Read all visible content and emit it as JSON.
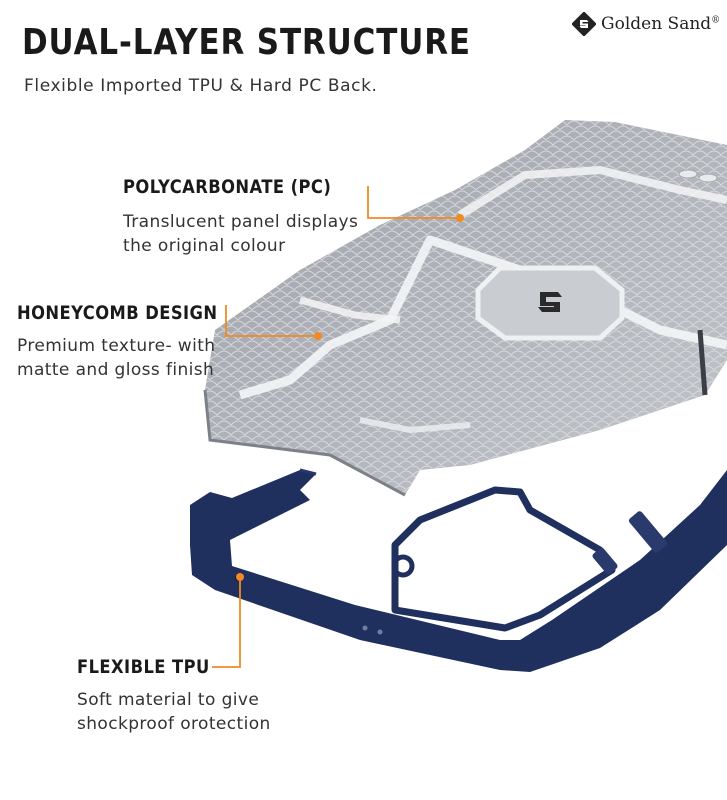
{
  "header": {
    "title": "DUAL-LAYER STRUCTURE",
    "subtitle": "Flexible Imported TPU & Hard PC Back."
  },
  "brand": {
    "name": "Golden Sand",
    "registered_mark": "®",
    "icon": "golden-sand-logo-icon"
  },
  "features": [
    {
      "title": "POLYCARBONATE (PC)",
      "description_lines": [
        "Translucent panel displays",
        "the original colour"
      ]
    },
    {
      "title": "HONEYCOMB DESIGN",
      "description_lines": [
        "Premium texture- with",
        "matte and gloss finish"
      ]
    },
    {
      "title": "FLEXIBLE TPU",
      "description_lines": [
        "Soft material to give",
        "shockproof orotection"
      ]
    }
  ],
  "colors": {
    "accent_orange": "#f08a24",
    "tpu_navy": "#1f2f5e",
    "pc_gray": "#9aa0a8",
    "text_dark": "#1a1a1a"
  }
}
